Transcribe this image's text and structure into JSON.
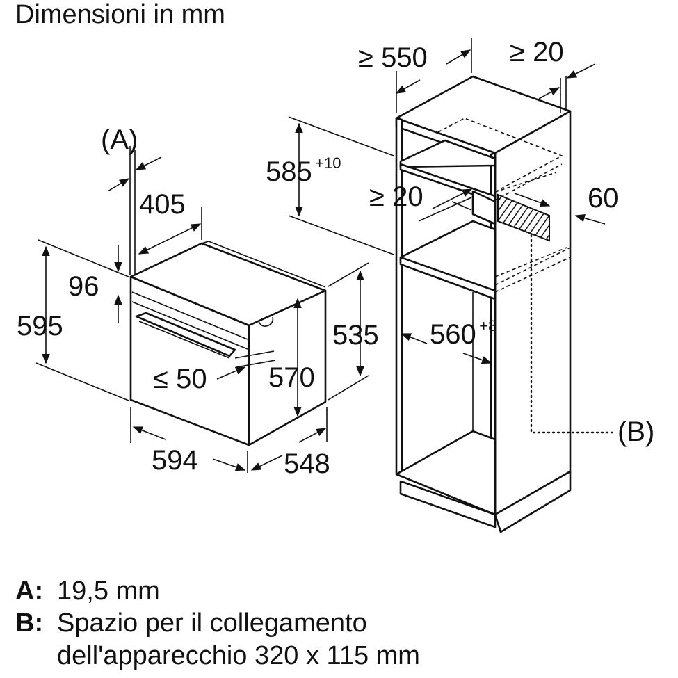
{
  "title": "Dimensioni in mm",
  "labels": {
    "a_marker": "(A)",
    "b_marker": "(B)"
  },
  "oven_dims": {
    "width": "594",
    "height": "595",
    "depth": "548",
    "inner_height": "570",
    "body_height": "535",
    "top_depth": "405",
    "front_offset": "96",
    "handle_max": "≤ 50"
  },
  "cabinet_dims": {
    "depth_min": "≥ 550",
    "back_gap_min": "≥ 20",
    "niche_height": "585",
    "niche_height_tol": "+10",
    "shelf_gap_min": "≥ 20",
    "vent_depth": "60",
    "niche_width": "560",
    "niche_width_tol": "+8"
  },
  "legend": [
    {
      "key": "A:",
      "text": "19,5 mm"
    },
    {
      "key": "B:",
      "text": "Spazio per il collegamento"
    },
    {
      "key": "",
      "text": "dell'apparecchio 320 x 115 mm"
    }
  ]
}
